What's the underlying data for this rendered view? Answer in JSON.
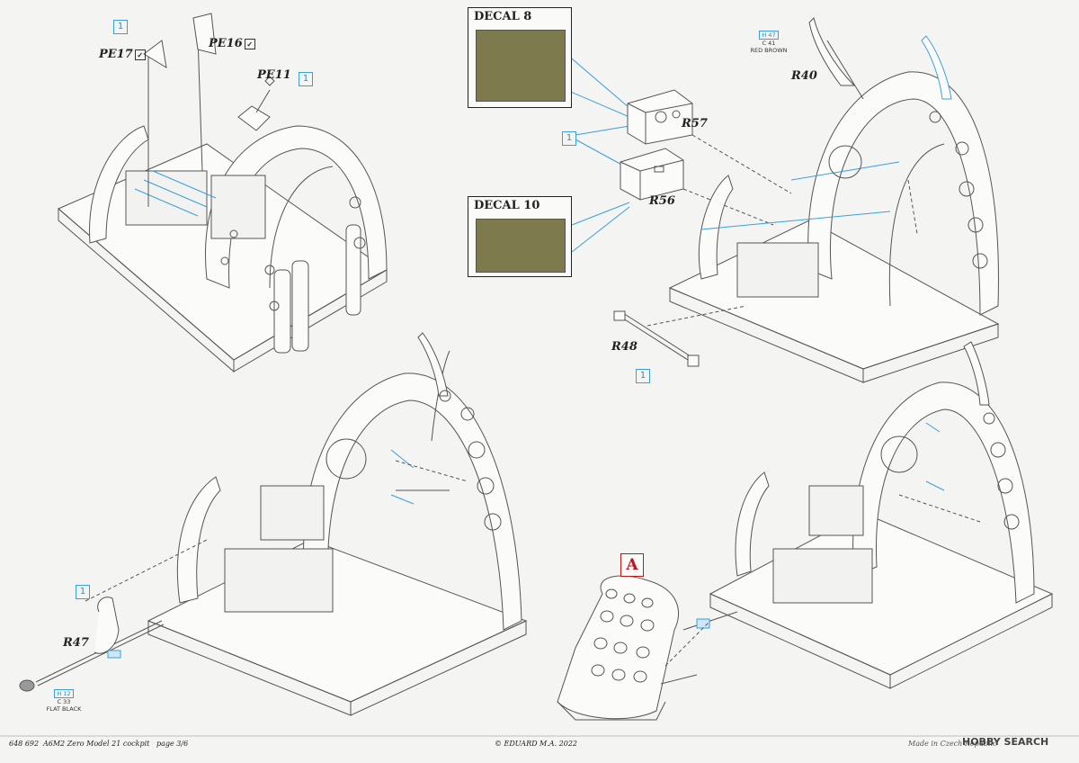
{
  "labels": {
    "pe17": "PE17",
    "pe16": "PE16",
    "pe11": "PE11",
    "r40": "R40",
    "r57": "R57",
    "r56": "R56",
    "r48": "R48",
    "r47": "R47"
  },
  "check_mark": "✓",
  "step_number": "1",
  "decals": {
    "decal8": "DECAL 8",
    "decal10": "DECAL 10"
  },
  "color_refs": {
    "red_brown": {
      "h": "H 47",
      "c": "C 41",
      "name": "RED BROWN"
    },
    "flat_black": {
      "h": "H 12",
      "c": "C 33",
      "name": "FLAT BLACK"
    }
  },
  "seat_marker": "A",
  "footer": {
    "kit_number": "648 692",
    "kit_name": "A6M2 Zero Model 21 cockpit",
    "page": "page 3/6",
    "copyright": "© EDUARD  M.A. 2022",
    "made_in": "Made in Czech Republic"
  },
  "watermark": "HOBBY SEARCH",
  "colors": {
    "step_blue": "#3aa0d8",
    "accent_red": "#c0141b",
    "decal_green": "#7d7a4e",
    "line": "#555555"
  }
}
